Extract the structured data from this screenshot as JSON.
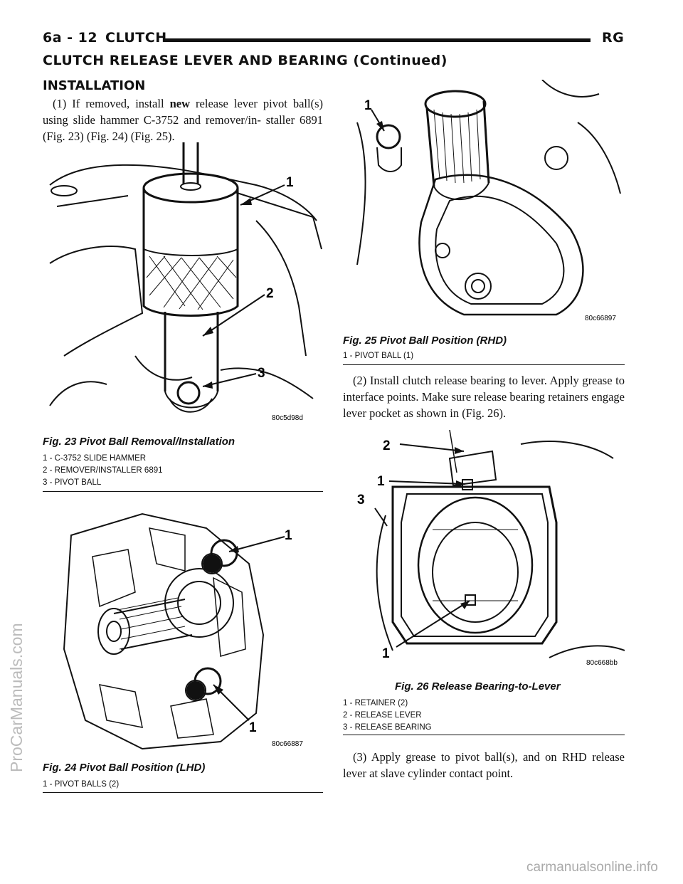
{
  "header": {
    "page": "6a - 12",
    "section": "CLUTCH",
    "model": "RG",
    "continued_title": "CLUTCH RELEASE LEVER AND BEARING (Continued)"
  },
  "installation": {
    "heading": "INSTALLATION",
    "step1_a": "(1) If removed, install ",
    "step1_bold": "new",
    "step1_b": " release lever pivot ball(s) using slide hammer C-3752 and remover/in- staller 6891 (Fig. 23) (Fig. 24) (Fig. 25).",
    "step2": "(2) Install clutch release bearing to lever. Apply grease to interface points. Make sure release bearing retainers engage lever pocket as shown in (Fig. 26).",
    "step3": "(3) Apply grease to pivot ball(s), and on RHD release lever at slave cylinder contact point."
  },
  "fig23": {
    "code": "80c5d98d",
    "caption": "Fig. 23 Pivot Ball Removal/Installation",
    "legend": [
      "1 - C-3752 SLIDE HAMMER",
      "2 - REMOVER/INSTALLER 6891",
      "3 - PIVOT BALL"
    ],
    "callouts": [
      "1",
      "2",
      "3"
    ]
  },
  "fig24": {
    "code": "80c66887",
    "caption": "Fig. 24 Pivot Ball Position (LHD)",
    "legend": [
      "1 - PIVOT BALLS (2)"
    ],
    "callouts": [
      "1",
      "1"
    ]
  },
  "fig25": {
    "code": "80c66897",
    "caption": "Fig. 25 Pivot Ball Position (RHD)",
    "legend": [
      "1 - PIVOT BALL (1)"
    ],
    "callouts": [
      "1"
    ]
  },
  "fig26": {
    "code": "80c668bb",
    "caption": "Fig. 26 Release Bearing-to-Lever",
    "legend": [
      "1 - RETAINER (2)",
      "2 - RELEASE LEVER",
      "3 - RELEASE BEARING"
    ],
    "callouts": [
      "2",
      "1",
      "3",
      "1"
    ]
  },
  "watermarks": {
    "side": "ProCarManuals.com",
    "footer": "carmanualsonline.info"
  }
}
